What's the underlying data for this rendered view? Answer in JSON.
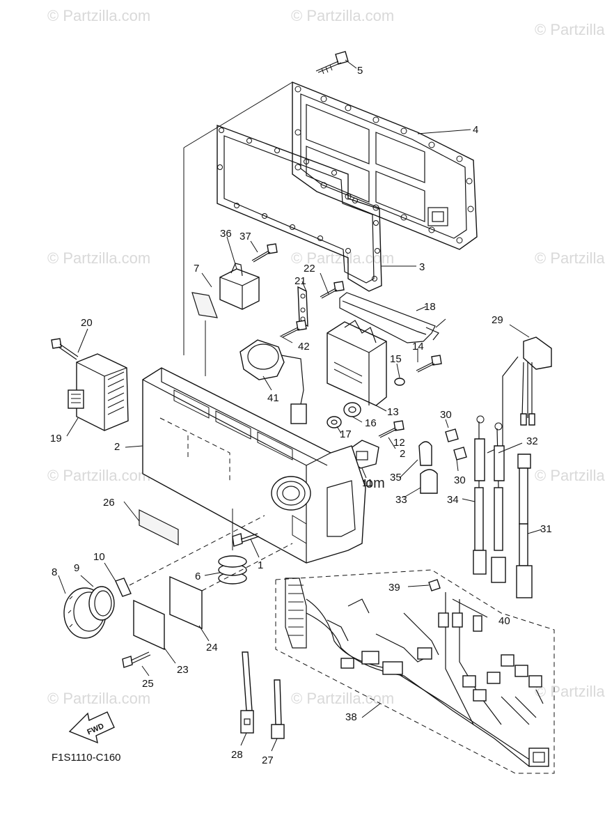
{
  "watermark": "© Partzilla.com",
  "diagram_code": "F1S1110-C160",
  "fwd_label": "FWD",
  "callouts": {
    "n1": "1",
    "n2a": "2",
    "n2b": "2",
    "n3": "3",
    "n4": "4",
    "n5": "5",
    "n6": "6",
    "n7": "7",
    "n8": "8",
    "n9": "9",
    "n10": "10",
    "n11": "11",
    "n12": "12",
    "n13": "13",
    "n14": "14",
    "n15": "15",
    "n16": "16",
    "n17": "17",
    "n18": "18",
    "n19": "19",
    "n20": "20",
    "n21": "21",
    "n22": "22",
    "n23": "23",
    "n24": "24",
    "n25": "25",
    "n26": "26",
    "n27": "27",
    "n28": "28",
    "n29": "29",
    "n30a": "30",
    "n30b": "30",
    "n31": "31",
    "n32": "32",
    "n33": "33",
    "n34": "34",
    "n35": "35",
    "n36": "36",
    "n37": "37",
    "n38": "38",
    "n39": "39",
    "n40": "40",
    "n41": "41",
    "n42": "42"
  }
}
